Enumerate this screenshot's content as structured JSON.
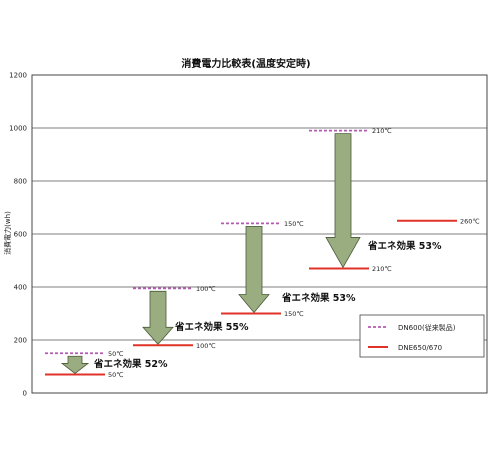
{
  "chart_data": {
    "type": "bar",
    "title": "消費電力比較表(温度安定時)",
    "ylabel": "消費電力(wh)",
    "ylim": [
      0,
      1200
    ],
    "yticks": [
      0,
      200,
      400,
      600,
      800,
      1000,
      1200
    ],
    "grid": true,
    "legend_position": "bottom-right",
    "categories": [
      "50℃",
      "100℃",
      "150℃",
      "210℃",
      "260℃"
    ],
    "series": [
      {
        "name": "DN600(従来製品)",
        "color": "#b45ab4",
        "style": "dashed",
        "values": [
          150,
          395,
          640,
          990,
          null
        ]
      },
      {
        "name": "DNE650/670",
        "color": "#e03228",
        "style": "solid",
        "values": [
          70,
          180,
          300,
          470,
          650
        ]
      }
    ],
    "temp_labels": {
      "old": [
        "50℃",
        "100℃",
        "150℃",
        "210℃",
        ""
      ],
      "new": [
        "50℃",
        "100℃",
        "150℃",
        "210℃",
        "260℃"
      ]
    },
    "savings": [
      "省エネ効果 52%",
      "省エネ効果 55%",
      "省エネ効果 53%",
      "省エネ効果 53%"
    ],
    "arrow_color": "#9aad80",
    "arrow_stroke": "#4a5a3a"
  }
}
